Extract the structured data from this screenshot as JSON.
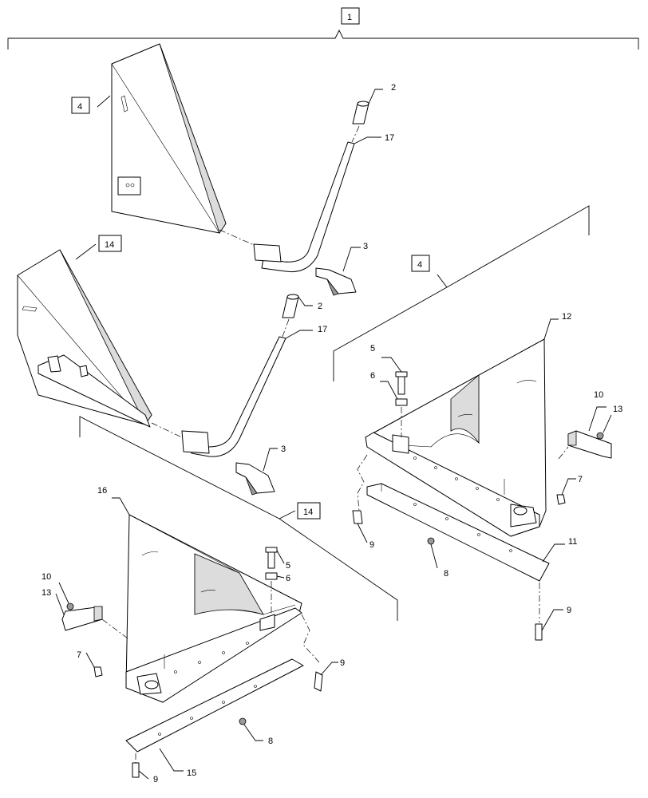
{
  "callouts": {
    "c1": "1",
    "c2a": "2",
    "c2b": "2",
    "c3a": "3",
    "c3b": "3",
    "c4a": "4",
    "c4b": "4",
    "c5a": "5",
    "c5b": "5",
    "c6a": "6",
    "c6b": "6",
    "c7a": "7",
    "c7b": "7",
    "c8a": "8",
    "c8b": "8",
    "c9a": "9",
    "c9b": "9",
    "c9c": "9",
    "c9d": "9",
    "c10a": "10",
    "c10b": "10",
    "c11": "11",
    "c12": "12",
    "c13a": "13",
    "c13b": "13",
    "c14a": "14",
    "c14b": "14",
    "c15": "15",
    "c16": "16",
    "c17a": "17",
    "c17b": "17"
  },
  "colors": {
    "line": "#000000",
    "background": "#ffffff",
    "shade": "#dcdcdc",
    "dark_fill": "#9a9a9a"
  }
}
